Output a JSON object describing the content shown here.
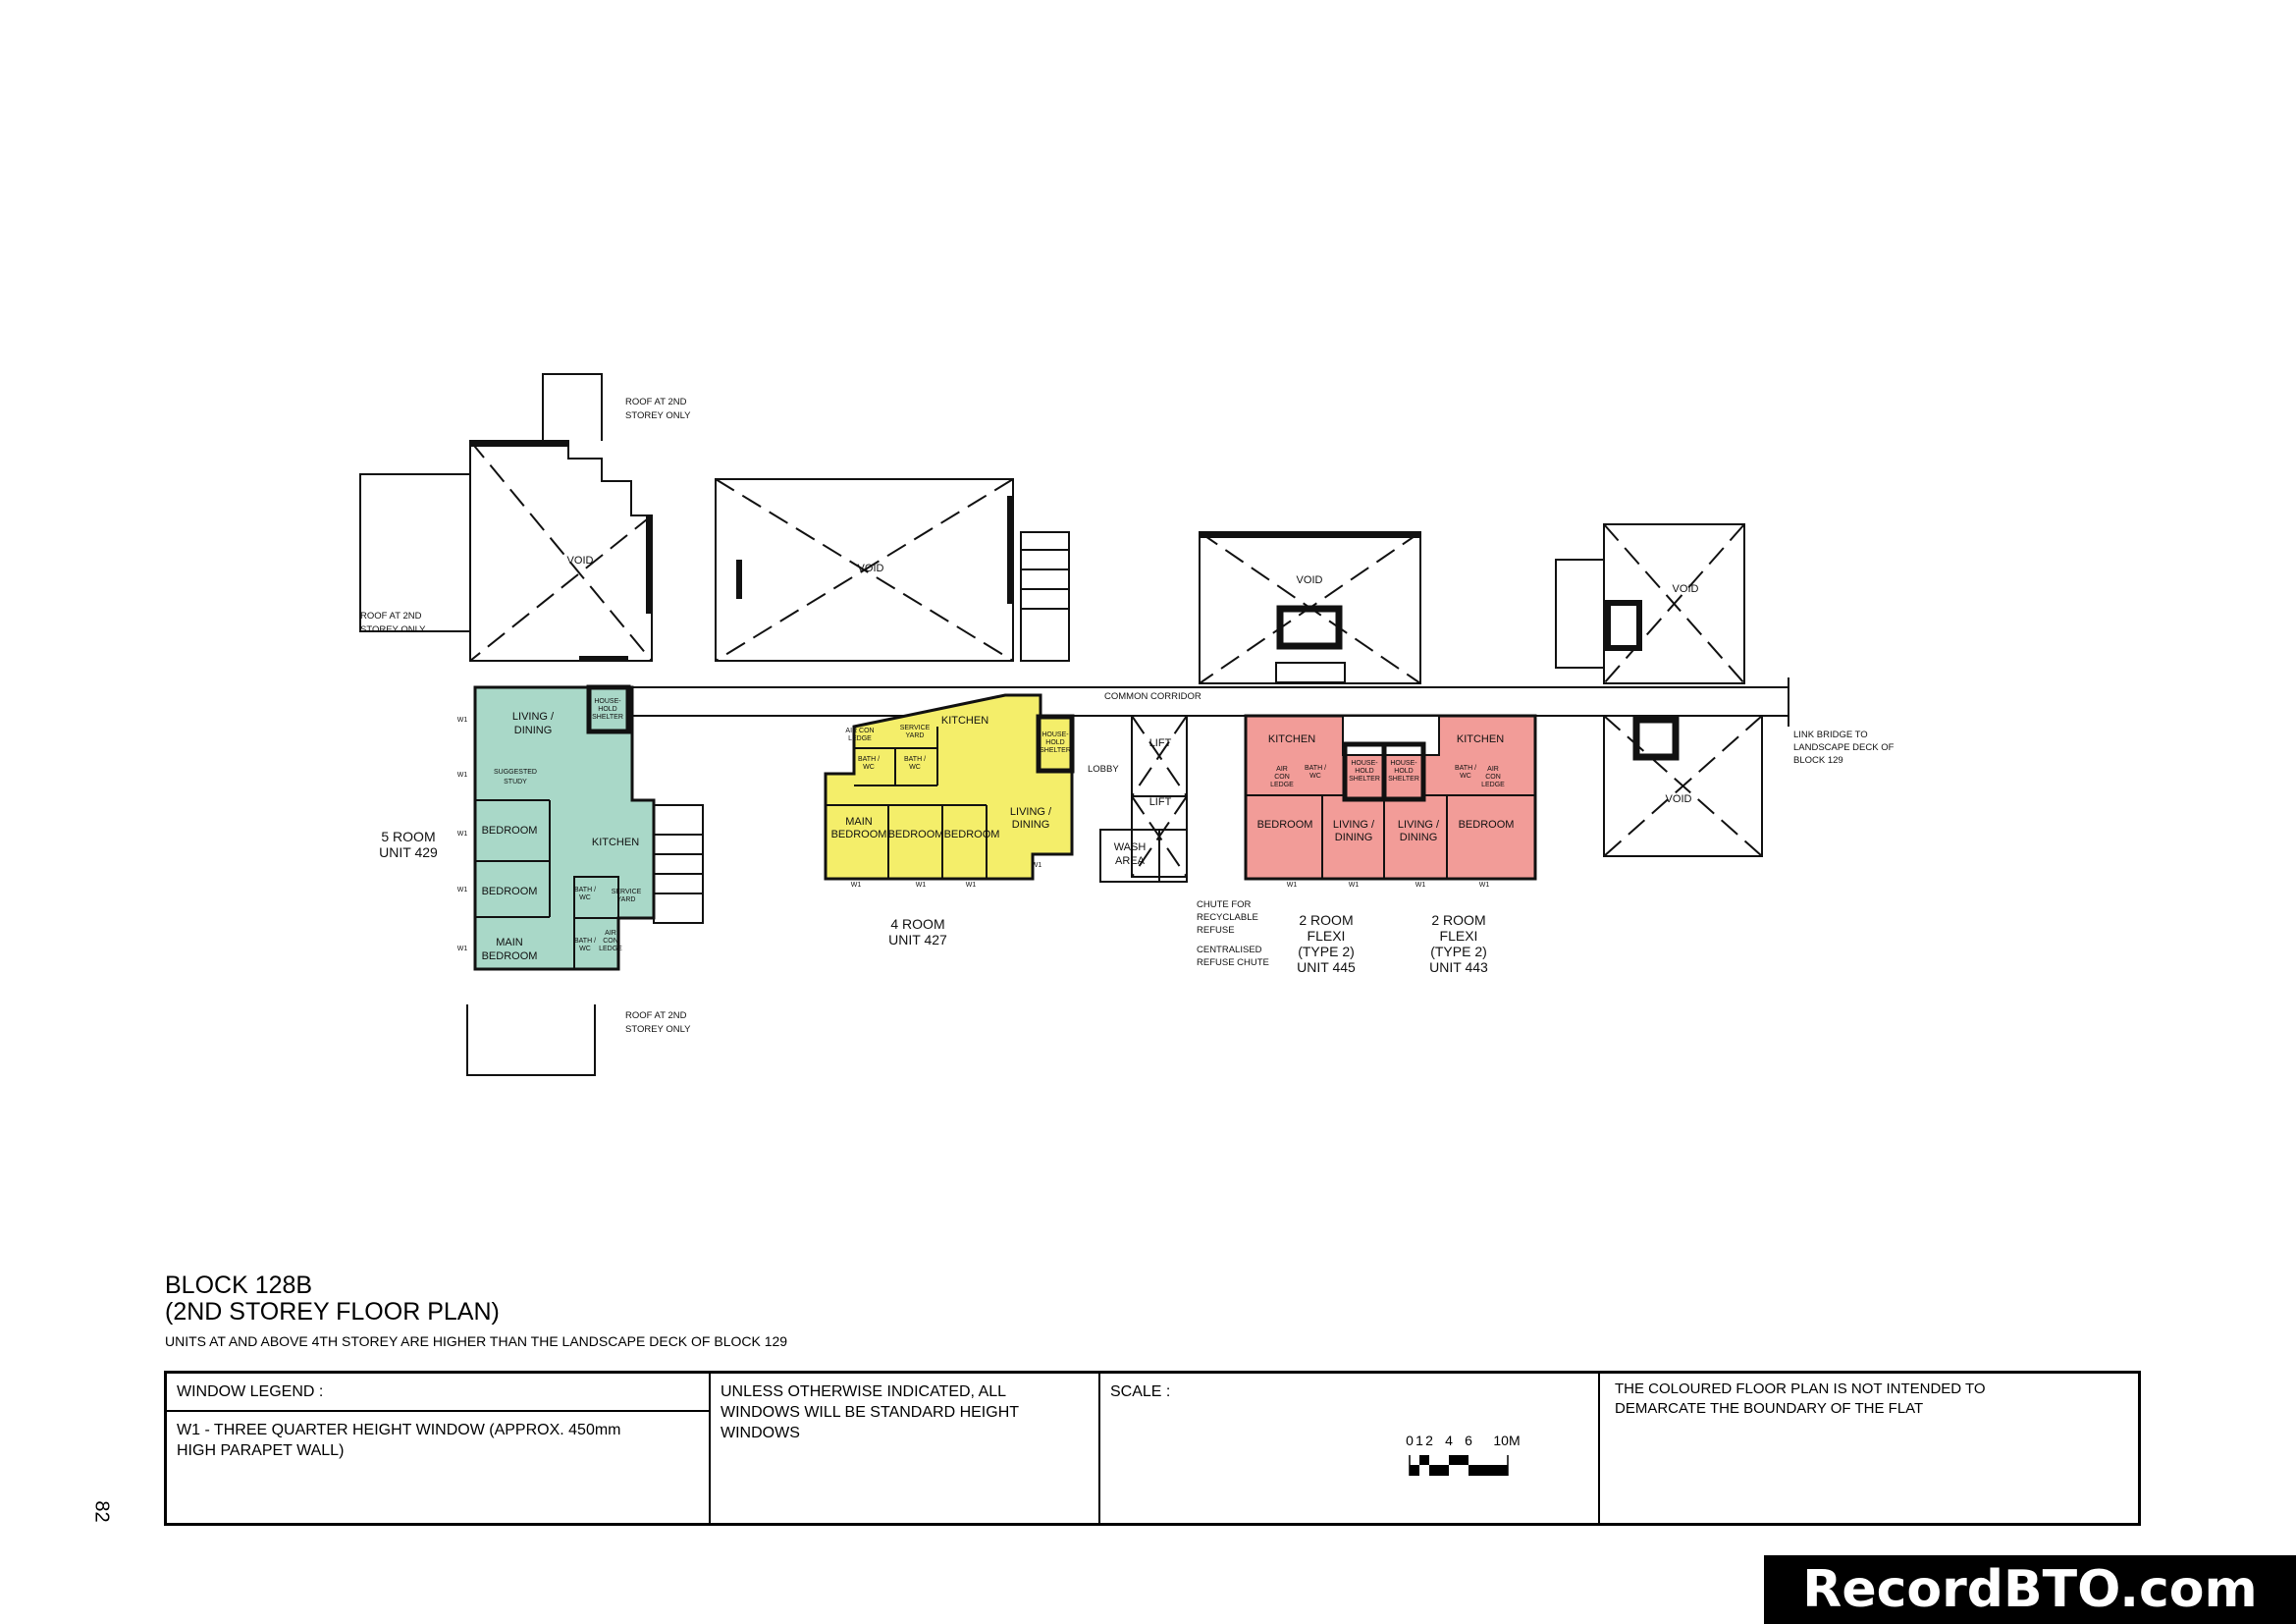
{
  "drawing": {
    "title_line1": "BLOCK 128B",
    "title_line2": "(2ND STOREY FLOOR PLAN)",
    "subtitle": "UNITS AT AND ABOVE 4TH STOREY ARE HIGHER THAN THE LANDSCAPE DECK OF BLOCK 129",
    "page_number": "82"
  },
  "colors": {
    "five_room": "#a9d8c8",
    "four_room": "#f4ee6a",
    "two_room": "#f29c98"
  },
  "plan": {
    "void_labels": [
      "VOID",
      "VOID",
      "VOID",
      "VOID",
      "VOID"
    ],
    "roof_labels": [
      [
        "ROOF AT 2ND",
        "STOREY ONLY"
      ],
      [
        "ROOF AT 2ND",
        "STOREY ONLY"
      ],
      [
        "ROOF AT 2ND",
        "STOREY ONLY"
      ]
    ],
    "common_corridor": "COMMON CORRIDOR",
    "lobby": "LOBBY",
    "lifts": [
      "LIFT",
      "LIFT"
    ],
    "wash_area": [
      "WASH",
      "AREA"
    ],
    "chute_recyclable": [
      "CHUTE FOR",
      "RECYCLABLE",
      "REFUSE"
    ],
    "centralised_chute": [
      "CENTRALISED",
      "REFUSE CHUTE"
    ],
    "link_bridge": [
      "LINK BRIDGE TO",
      "LANDSCAPE DECK OF",
      "BLOCK 129"
    ],
    "unit_429": {
      "type": "5  ROOM",
      "unit": "UNIT 429",
      "living": [
        "LIVING /",
        "DINING"
      ],
      "study": [
        "SUGGESTED",
        "STUDY"
      ],
      "bedroom1": "BEDROOM",
      "bedroom2": "BEDROOM",
      "main_bedroom": [
        "MAIN",
        "BEDROOM"
      ],
      "kitchen": "KITCHEN",
      "shelter": [
        "HOUSE-",
        "HOLD",
        "SHELTER"
      ],
      "bath1": [
        "BATH /",
        "WC"
      ],
      "bath2": [
        "BATH /",
        "WC"
      ],
      "service_yard": [
        "SERVICE",
        "YARD"
      ],
      "aircon": [
        "AIR",
        "CON",
        "LEDGE"
      ],
      "windows": [
        "W1",
        "W1",
        "W1",
        "W1",
        "W1"
      ]
    },
    "unit_427": {
      "type": "4 ROOM",
      "unit": "UNIT 427",
      "kitchen": "KITCHEN",
      "aircon": [
        "AIR CON",
        "LEDGE"
      ],
      "service_yard": [
        "SERVICE",
        "YARD"
      ],
      "bath1": [
        "BATH /",
        "WC"
      ],
      "bath2": [
        "BATH /",
        "WC"
      ],
      "shelter": [
        "HOUSE-",
        "HOLD",
        "SHELTER"
      ],
      "main_bedroom": [
        "MAIN",
        "BEDROOM"
      ],
      "bedroom1": "BEDROOM",
      "bedroom2": "BEDROOM",
      "living": [
        "LIVING /",
        "DINING"
      ],
      "windows": [
        "W1",
        "W1",
        "W1",
        "W1"
      ]
    },
    "unit_445": {
      "type": [
        "2 ROOM",
        "FLEXI",
        "(TYPE 2)"
      ],
      "unit": "UNIT 445",
      "kitchen": "KITCHEN",
      "bedroom": "BEDROOM",
      "living": [
        "LIVING /",
        "DINING"
      ],
      "bath": [
        "BATH /",
        "WC"
      ],
      "aircon": [
        "AIR",
        "CON",
        "LEDGE"
      ],
      "shelter": [
        "HOUSE-",
        "HOLD",
        "SHELTER"
      ],
      "windows": [
        "W1",
        "W1"
      ]
    },
    "unit_443": {
      "type": [
        "2 ROOM",
        "FLEXI",
        "(TYPE 2)"
      ],
      "unit": "UNIT 443",
      "kitchen": "KITCHEN",
      "bedroom": "BEDROOM",
      "living": [
        "LIVING /",
        "DINING"
      ],
      "bath": [
        "BATH /",
        "WC"
      ],
      "aircon": [
        "AIR",
        "CON",
        "LEDGE"
      ],
      "shelter": [
        "HOUSE-",
        "HOLD",
        "SHELTER"
      ],
      "windows": [
        "W1",
        "W1"
      ]
    }
  },
  "legend": {
    "window_legend_heading": "WINDOW LEGEND :",
    "window_legend_item": "W1 - THREE QUARTER HEIGHT WINDOW (APPROX. 450mm HIGH PARAPET WALL)",
    "standard_windows_note": "UNLESS OTHERWISE INDICATED, ALL WINDOWS WILL BE STANDARD HEIGHT WINDOWS",
    "scale_heading": "SCALE :",
    "scale_ticks": [
      "0",
      "1",
      "2",
      "4",
      "6",
      "10M"
    ],
    "disclaimer": "THE COLOURED FLOOR PLAN IS NOT INTENDED TO DEMARCATE THE BOUNDARY OF THE FLAT"
  },
  "watermark": "RecordBTO.com"
}
